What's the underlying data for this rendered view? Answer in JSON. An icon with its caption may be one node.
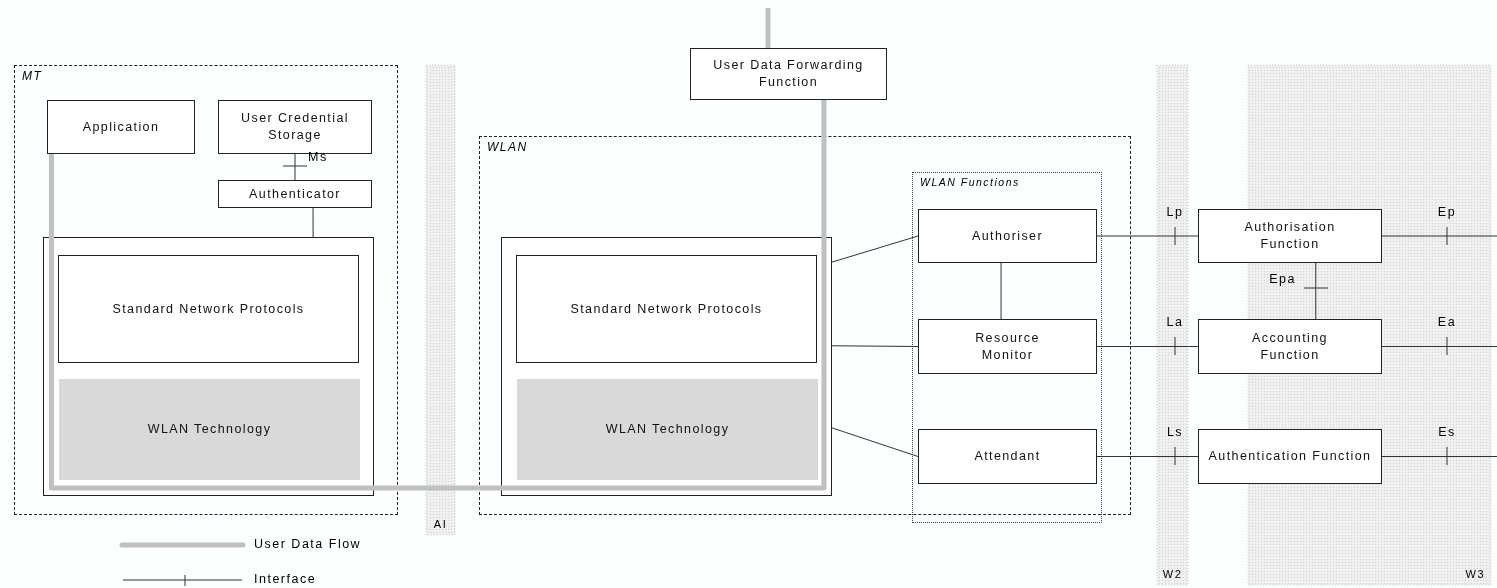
{
  "diagram": {
    "nodes": [
      {
        "text": [
          "MT"
        ]
      },
      {
        "text": [
          "Application"
        ],
        "in": 0
      },
      {
        "text": [
          "User Credential Storage"
        ],
        "in": 0
      },
      {
        "text": [
          "Authenticator"
        ],
        "in": 0
      },
      {
        "text": [],
        "shape": "box",
        "in": 0
      },
      {
        "text": [
          "Standard Network Protocols"
        ],
        "in": 4
      },
      {
        "text": [
          "WLAN Technology"
        ],
        "in": 4
      },
      {
        "text": [
          "User Data Forwarding Function"
        ]
      },
      {
        "text": [
          "WLAN"
        ]
      },
      {
        "text": [],
        "shape": "box",
        "in": 8
      },
      {
        "text": [
          "Standard Network Protocols"
        ],
        "in": 9
      },
      {
        "text": [
          "WLAN Technology"
        ],
        "in": 9
      },
      {
        "text": [
          "WLAN Functions"
        ],
        "in": 8
      },
      {
        "text": [
          "Authoriser"
        ],
        "in": 12
      },
      {
        "text": [
          "Resource Monitor"
        ],
        "in": 12
      },
      {
        "text": [
          "Attendant"
        ],
        "in": 12
      },
      {
        "text": [
          "Authorisation Function"
        ]
      },
      {
        "text": [
          "Accounting Function"
        ]
      },
      {
        "text": [
          "Authentication Function"
        ]
      }
    ],
    "edges": [
      {
        "from": 2,
        "to": 3,
        "arrow": "none",
        "label": "Ms"
      },
      {
        "from": 3,
        "to": 4,
        "arrow": "none"
      },
      {
        "from": 9,
        "to": 13,
        "arrow": "none"
      },
      {
        "from": 9,
        "to": 14,
        "arrow": "none"
      },
      {
        "from": 9,
        "to": 15,
        "arrow": "none"
      },
      {
        "from": 13,
        "to": 14,
        "arrow": "none"
      },
      {
        "from": 13,
        "to": 16,
        "arrow": "none",
        "label": "Lp"
      },
      {
        "from": 14,
        "to": 17,
        "arrow": "none",
        "label": "La"
      },
      {
        "from": 15,
        "to": 18,
        "arrow": "none",
        "label": "Ls"
      },
      {
        "from": 16,
        "to": 17,
        "arrow": "none",
        "label": "Epa"
      },
      {
        "from": 16,
        "to": null,
        "arrow": "none",
        "label": "Ep"
      },
      {
        "from": 17,
        "to": null,
        "arrow": "none",
        "label": "Ea"
      },
      {
        "from": 18,
        "to": null,
        "arrow": "none",
        "label": "Es"
      },
      {
        "from": 1,
        "to": 7,
        "arrow": "none",
        "style": "thick",
        "color": "#c0c0c0"
      },
      {
        "from": 7,
        "to": null,
        "arrow": "none",
        "style": "thick",
        "color": "#c0c0c0"
      }
    ],
    "labels": [
      "AI",
      "W2",
      "W3"
    ],
    "legend": [
      {
        "text": "User Data Flow"
      },
      {
        "text": "Interface"
      }
    ]
  }
}
